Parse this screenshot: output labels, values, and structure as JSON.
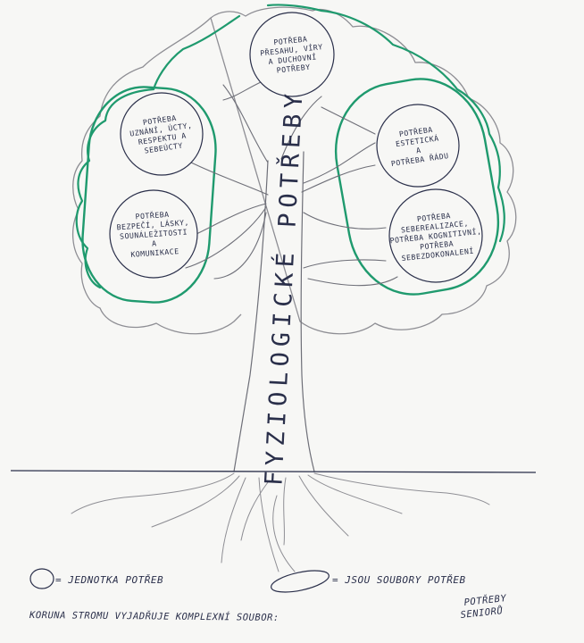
{
  "diagram": {
    "trunk_label": "FYZIOLOGICKÉ POTŘEBY",
    "needs": {
      "top": [
        "POTŘEBA",
        "PŘESAHU, VÍRY",
        "A DUCHOVNÍ",
        "POTŘEBY"
      ],
      "left_upper": [
        "POTŘEBA",
        "UZNÁNÍ, ÚCTY,",
        "RESPEKTU A",
        "SEBEÚCTY"
      ],
      "left_lower": [
        "POTŘEBA",
        "BEZPEČÍ, LÁSKY,",
        "SOUNÁLEŽITOSTI",
        "A",
        "KOMUNIKACE"
      ],
      "right_upper": [
        "POTŘEBA",
        "ESTETICKÁ",
        "A",
        "POTŘEBA ŘÁDU"
      ],
      "right_lower": [
        "POTŘEBA",
        "SEBEREALIZACE,",
        "POTŘEBA KOGNITIVNÍ,",
        "POTŘEBA",
        "SEBEZDOKONALENÍ"
      ]
    },
    "legend": {
      "circle_text": "= JEDNOTKA POTŘEB",
      "oval_text": "= JSOU SOUBORY POTŘEB"
    },
    "caption": {
      "main": "KORUNA STROMU VYJADŘUJE KOMPLEXNÍ SOUBOR:",
      "end_line1": "POTŘEBY",
      "end_line2": "SENIORŮ"
    },
    "colors": {
      "ink": "#2a2f4a",
      "pencil": "#8e8e94",
      "marker": "#1f9a6e",
      "paper": "#f7f7f5"
    }
  }
}
